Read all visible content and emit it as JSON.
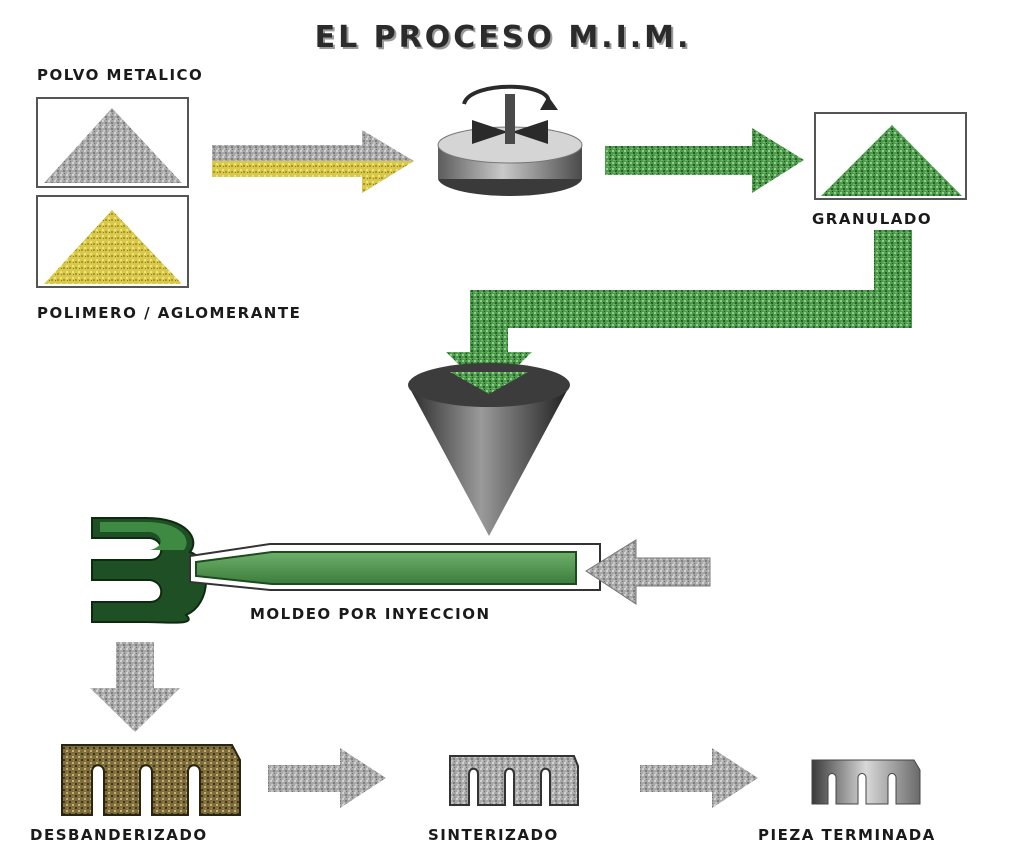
{
  "title": "EL PROCESO M.I.M.",
  "labels": {
    "metal_powder": "POLVO METALICO",
    "binder": "POLIMERO / AGLOMERANTE",
    "granulate": "GRANULADO",
    "injection_molding": "MOLDEO POR INYECCION",
    "debinding": "DESBANDERIZADO",
    "sintering": "SINTERIZADO",
    "finished_part": "PIEZA TERMINADA"
  },
  "colors": {
    "green": "#4e9a4e",
    "green_dark": "#2f6a31",
    "yellow": "#d9c84a",
    "gray": "#9c9c9c",
    "gray_dark": "#5c5c5c",
    "speckle_brown": "#8a7440"
  }
}
